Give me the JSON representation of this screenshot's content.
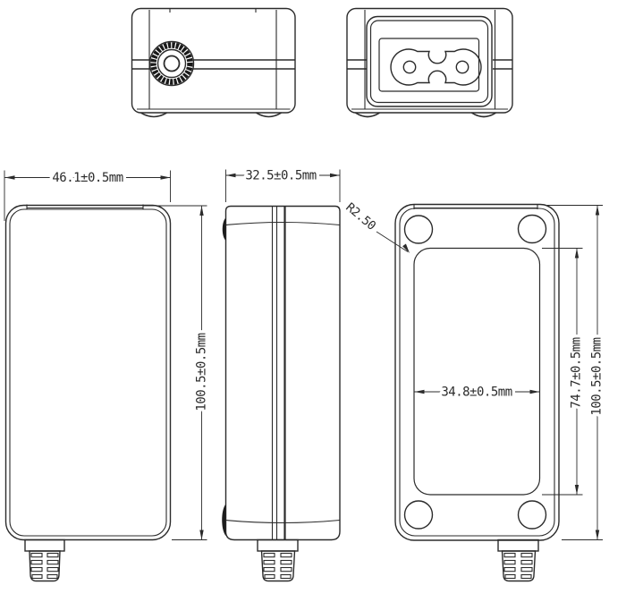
{
  "drawing": {
    "type": "engineering-drawing",
    "subject": "power-adapter-enclosure-orthographic-views",
    "background": "#ffffff",
    "line_color": "#2b2b2b",
    "dimensions": {
      "front_width": "46.1±0.5mm",
      "front_height": "100.5±0.5mm",
      "side_width": "32.5±0.5mm",
      "back_inner_width": "34.8±0.5mm",
      "back_inner_height": "74.7±0.5mm",
      "back_overall_height": "100.5±0.5mm",
      "corner_radius": "R2.50"
    }
  }
}
